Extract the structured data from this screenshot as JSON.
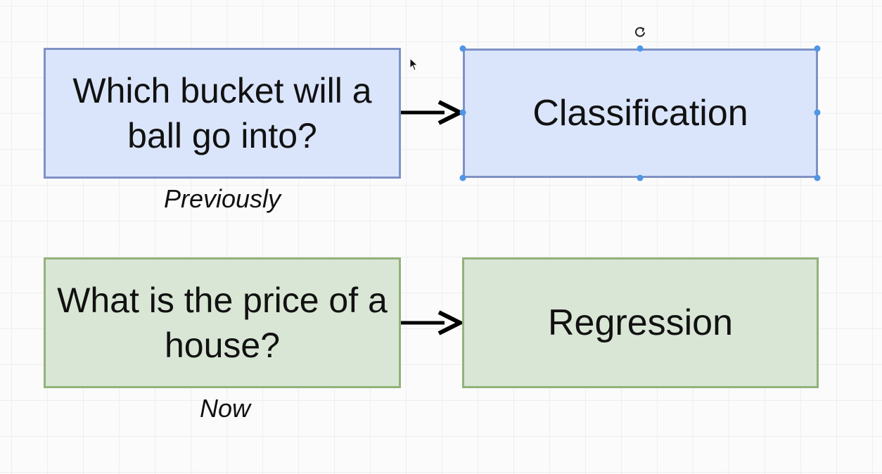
{
  "diagram": {
    "nodes": {
      "q1": {
        "text": "Which bucket will a ball go into?"
      },
      "a1": {
        "text": "Classification"
      },
      "q2": {
        "text": "What is the price of a house?"
      },
      "a2": {
        "text": "Regression"
      }
    },
    "captions": {
      "previously": "Previously",
      "now": "Now"
    },
    "edges": [
      {
        "from": "q1",
        "to": "a1"
      },
      {
        "from": "q2",
        "to": "a2"
      }
    ],
    "selected_node": "a1",
    "colors": {
      "blue_fill": "#dae5fb",
      "blue_border": "#7e92c4",
      "green_fill": "#d9e6d5",
      "green_border": "#92b37b",
      "selection_handle": "#4f96e6",
      "arrow": "#000000"
    }
  }
}
